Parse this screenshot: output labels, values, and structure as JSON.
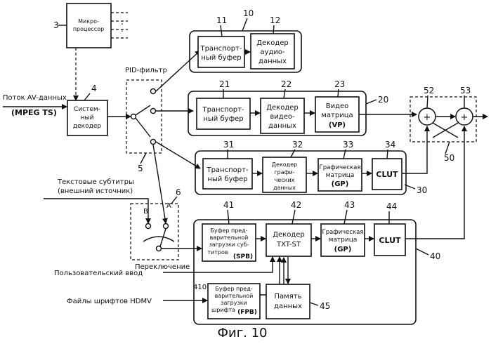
{
  "figure": {
    "caption": "Фиг. 10"
  },
  "refs": {
    "r3": "3",
    "r4": "4",
    "r5": "5",
    "r6": "6",
    "r10": "10",
    "r11": "11",
    "r12": "12",
    "r20": "20",
    "r21": "21",
    "r22": "22",
    "r23": "23",
    "r30": "30",
    "r31": "31",
    "r32": "32",
    "r33": "33",
    "r34": "34",
    "r40": "40",
    "r41": "41",
    "r42": "42",
    "r43": "43",
    "r44": "44",
    "r45": "45",
    "r410": "410",
    "r50": "50",
    "r52": "52",
    "r53": "53"
  },
  "inputs": {
    "av_stream": "Поток AV-данных",
    "mpeg_ts": "(MPEG TS)",
    "text_subs_1": "Текстовые субтитры",
    "text_subs_2": "(внешний источник)",
    "user_input": "Пользовательский ввод",
    "hdmv_fonts": "Файлы шрифтов HDMV"
  },
  "blocks": {
    "microprocessor": [
      "Микро-",
      "процессор"
    ],
    "system_decoder": [
      "Систем-",
      "ный",
      "декодер"
    ],
    "pid_filter": "PID-фильтр",
    "switch_label": "Переключение",
    "switch_a": "A",
    "switch_b": "B",
    "transport_buffer_1": [
      "Транспорт-",
      "ный буфер"
    ],
    "audio_decoder": [
      "Декодер",
      "аудио-",
      "данных"
    ],
    "transport_buffer_2": [
      "Транспорт-",
      "ный буфер"
    ],
    "video_decoder": [
      "Декодер",
      "видео-",
      "данных"
    ],
    "video_matrix": [
      "Видео",
      "матрица",
      "(VP)"
    ],
    "transport_buffer_3": [
      "Транспорт-",
      "ный буфер"
    ],
    "graphics_decoder": [
      "Декодер",
      "графи-",
      "ческих",
      "данных"
    ],
    "graphics_matrix_1": [
      "Графическая",
      "матрица",
      "(GP)"
    ],
    "clut_1": "CLUT",
    "spb": [
      "Буфер пред-",
      "варительной",
      "загрузки суб-",
      "титров",
      "(SPB)"
    ],
    "txtst_decoder": [
      "Декодер",
      "TXT-ST"
    ],
    "graphics_matrix_2": [
      "Графическая",
      "матрица",
      "(GP)"
    ],
    "clut_2": "CLUT",
    "fpb": [
      "Буфер пред-",
      "варительной",
      "загрузки",
      "шрифта",
      "(FPB)"
    ],
    "data_memory": [
      "Память",
      "данных"
    ],
    "adder_1": "+",
    "adder_2": "+"
  }
}
